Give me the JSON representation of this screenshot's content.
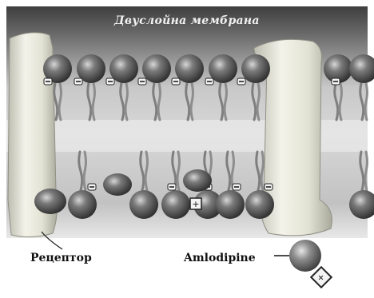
{
  "title": "Двуслойна мембрана",
  "labels": {
    "receptor": "Рецептор",
    "drug": "Amlodipine"
  },
  "colors": {
    "background_top": "#4d4d4d",
    "background_bottom": "#ffffff",
    "protein": "#e4e4d6",
    "lipid_head": "#4a4a4a",
    "lipid_tail": "#8a8a8a"
  }
}
